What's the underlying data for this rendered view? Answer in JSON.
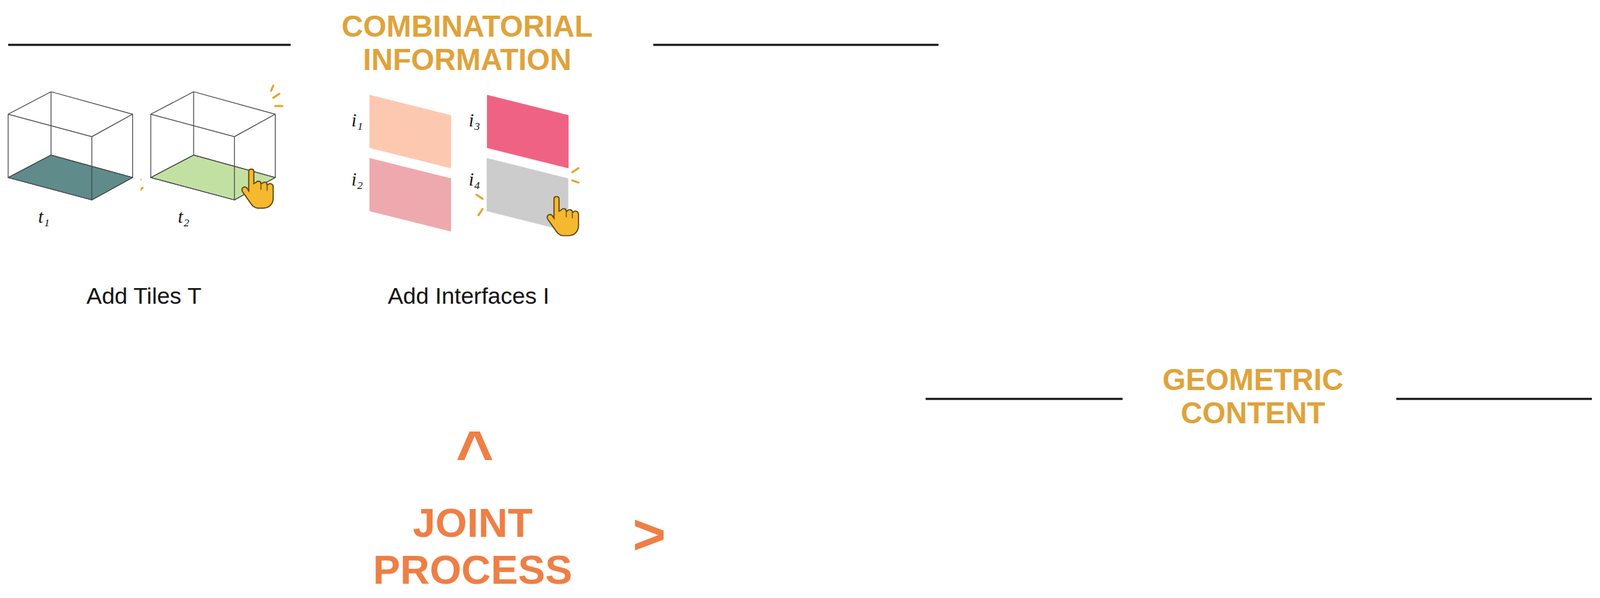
{
  "diagram": {
    "nodes": [
      {
        "text": [
          "t₁"
        ]
      },
      {
        "text": [
          "t₂"
        ]
      },
      {
        "text": [
          "i₁"
        ]
      },
      {
        "text": [
          "i₂"
        ]
      },
      {
        "text": [
          "i₃"
        ]
      },
      {
        "text": [
          "i₄"
        ]
      }
    ],
    "labels": [
      "COMBINATORIAL INFORMATION",
      "Add Tiles T",
      "Add Interfaces I",
      "GEOMETRIC CONTENT",
      "^",
      "JOINT PROCESS",
      ">"
    ]
  }
}
